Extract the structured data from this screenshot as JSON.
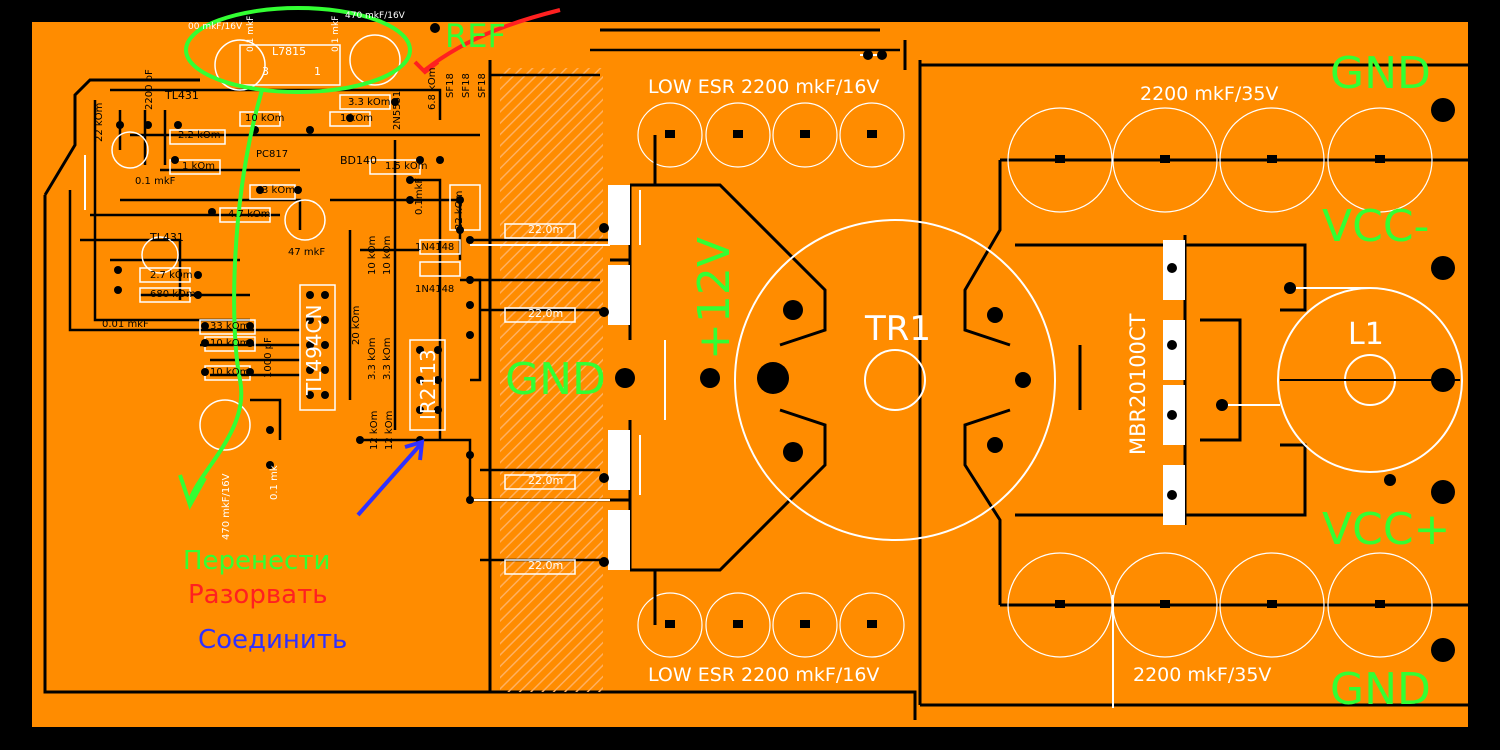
{
  "board": {
    "copper_color": "#ff8c00",
    "trace_color": "#000000",
    "silk_color": "#ffffff"
  },
  "labels": {
    "low_esr_top": "LOW ESR 2200 mkF/16V",
    "low_esr_bottom": "LOW ESR 2200 mkF/16V",
    "cap_35v_top": "2200 mkF/35V",
    "cap_35v_bottom": "2200 mkF/35V",
    "gnd_top": "GND",
    "gnd_bottom": "GND",
    "gnd_mid": "GND",
    "vcc_minus": "VCC-",
    "vcc_plus": "VCC+",
    "plus12v": "+12V",
    "tr1": "TR1",
    "l1": "L1",
    "mbr": "MBR20100CT",
    "tl494": "TL494CN",
    "ir2113": "IR2113",
    "l7815": "L7815",
    "ref": "REF",
    "res_22_1": "22.0m",
    "res_22_2": "22.0m",
    "res_22_3": "22.0m",
    "res_22_4": "22.0m",
    "c_470_top": "470 mkF/16V",
    "c_00_top": "00 mkF/16V",
    "c_01_top": "0.1 mkF",
    "c_01_top2": "0.1 mkF",
    "pin3": "3",
    "pin1": "1",
    "tl431_a": "TL431",
    "tl431_b": "TL431",
    "r_2200pf": "2200 pF",
    "r_22k": "22 kOm",
    "r_33k_a": "3.3 kOm",
    "r_1k_a": "1 kOm",
    "r_10k_a": "10 kOm",
    "r_22k_b": "2.2 kOm",
    "r_1k_b": "1 kOm",
    "pc817": "PC817",
    "bd140": "BD140",
    "r_15k": "1.5 kOm",
    "r_1k2": "3 kOm",
    "r_47k": "4.7 kOm",
    "c_47mkf": "47 mkF",
    "c_01mkf_left": "0.1 mkF",
    "r_27k": "2.7 kOm",
    "r_680": "680 kOm",
    "c_001": "0.01 mkF",
    "r_33k_b": "33 kOm",
    "r_10k_b": "10 kOm",
    "r_10k_c": "10 kOm",
    "c_1000pf": "1000 pF",
    "d_1n4148_a": "1N4148",
    "d_1n4148_b": "1N4148",
    "r_12k_a": "12 kOm",
    "r_12k_b": "12 kOm",
    "c_470_bot": "470 mkF/16V",
    "c_01_bot": "0.1 mk",
    "r_2k": "2 kOm",
    "r_22k_c": "22 kOm",
    "r_10k_v1": "10 kOm",
    "r_10k_v2": "10 kOm",
    "r_10k_v3": "20 kOm",
    "r_3k3_v": "3.3 kOm",
    "r_3k3_v2": "3.3 kOm",
    "n2n5551": "2N5551",
    "r_68k": "6.8 kOm",
    "sf18_a": "SF18",
    "sf18_b": "SF18",
    "sf18_c": "SF18",
    "c_01mkf_r": "0.1mkF"
  },
  "legend": {
    "move": "Перенести",
    "move_color": "#33ff33",
    "break": "Разорвать",
    "break_color": "#ff2020",
    "connect": "Соединить",
    "connect_color": "#3030ff"
  }
}
